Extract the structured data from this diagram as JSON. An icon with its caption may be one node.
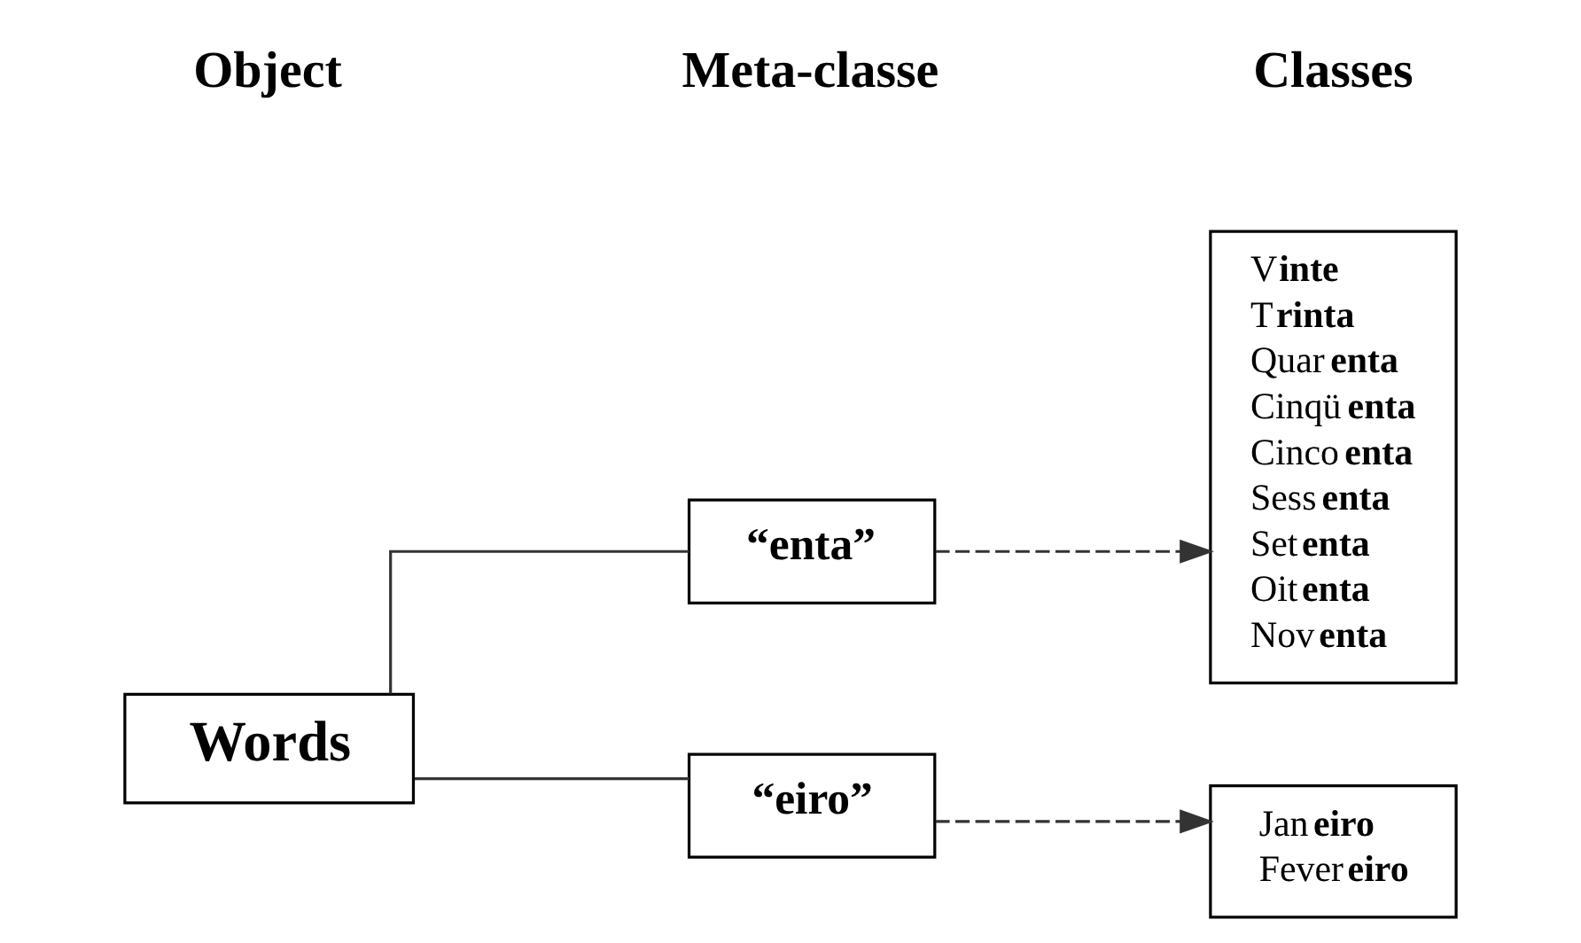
{
  "diagram": {
    "nodes": [
      {
        "text": [
          "Words"
        ]
      },
      {
        "text": [
          "“enta”"
        ]
      },
      {
        "text": [
          "“eiro”"
        ]
      },
      {
        "text": [
          "V**inte**",
          "T**rinta**",
          "Quar**enta**",
          "Cinqü**enta**",
          "Cinco**enta**",
          "Sess**enta**",
          "Set**enta**",
          "Oit**enta**",
          "Nov**enta**"
        ]
      },
      {
        "text": [
          "Jan**eiro**",
          "Fever**eiro**"
        ]
      }
    ],
    "edges": [
      {
        "from": 0,
        "to": 1,
        "arrow": "none"
      },
      {
        "from": 0,
        "to": 2,
        "arrow": "none"
      },
      {
        "from": 1,
        "to": 3,
        "arrow": "to",
        "style": "dashed"
      },
      {
        "from": 2,
        "to": 4,
        "arrow": "to",
        "style": "dashed"
      }
    ],
    "labels": [
      "Object",
      "Meta-classe",
      "Classes"
    ]
  }
}
